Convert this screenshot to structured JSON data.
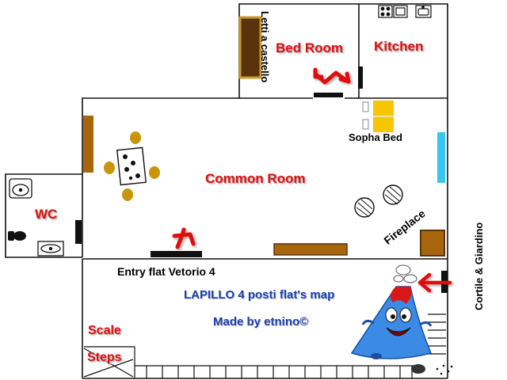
{
  "rooms": {
    "bed_room": "Bed Room",
    "kitchen": "Kitchen",
    "common_room": "Common Room",
    "wc": "WC"
  },
  "labels": {
    "bunk_beds": "Letti a castello",
    "sofa_bed": "Sopha Bed",
    "fireplace": "Fireplace",
    "entry": "Entry flat Vetorio 4",
    "courtyard": "Cortile & Giardino",
    "scale": "Scale",
    "steps": "Steps"
  },
  "credits": {
    "title": "LAPILLO 4 posti flat's map",
    "author": "Made by etnino©"
  },
  "colors": {
    "wall": "#111111",
    "room_label": "#e01010",
    "credit_text": "#1a3fb0",
    "wood": "#8b5a14",
    "sofa": "#f7c600",
    "window": "#36c6ef",
    "mascot": "#3a8ae6",
    "mascot_cap": "#d81818",
    "arrow": "#e01010"
  },
  "icons": {
    "mascot": "volcano-mascot-icon",
    "stove": "stove-icon",
    "fireplace": "fireplace-icon"
  }
}
